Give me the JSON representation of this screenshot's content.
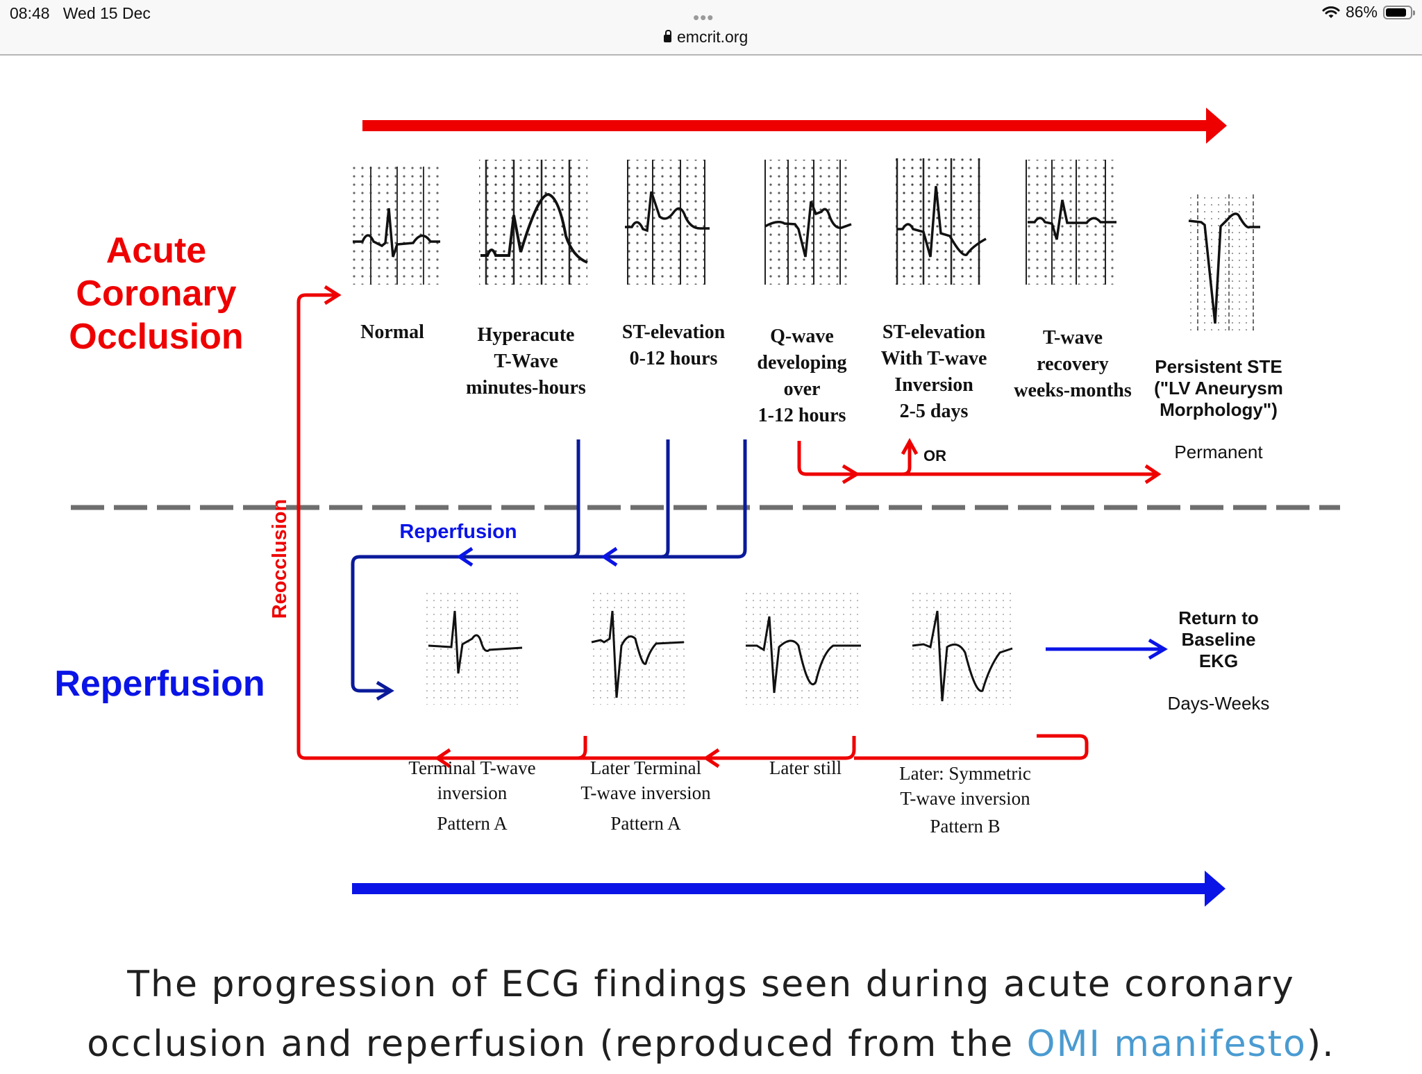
{
  "status_bar": {
    "time": "08:48",
    "date": "Wed 15 Dec",
    "url": "emcrit.org",
    "battery_percent_label": "86%",
    "battery_level": 0.86,
    "icons": [
      "lock-icon",
      "wifi-icon",
      "battery-icon",
      "more-dots-icon"
    ]
  },
  "diagram": {
    "colors": {
      "occlusion": "#ee0000",
      "reperfusion": "#0a14e6",
      "reperfusion_line": "#0a1a9a",
      "divider": "#6e6e6e"
    },
    "section_occlusion": [
      "Acute",
      "Coronary",
      "Occlusion"
    ],
    "section_reperfusion": "Reperfusion",
    "reocclusion_label": "Reocclusion",
    "reperfusion_arrow_label": "Reperfusion",
    "or_label": "OR",
    "occlusion_stages": [
      {
        "lines": [
          "Normal"
        ]
      },
      {
        "lines": [
          "Hyperacute",
          "T-Wave",
          "minutes-hours"
        ]
      },
      {
        "lines": [
          "ST-elevation",
          "0-12 hours"
        ]
      },
      {
        "lines": [
          "Q-wave",
          "developing",
          "over",
          "1-12 hours"
        ]
      },
      {
        "lines": [
          "ST-elevation",
          "With T-wave",
          "Inversion",
          "2-5 days"
        ]
      },
      {
        "lines": [
          "T-wave",
          "recovery",
          "weeks-months"
        ]
      },
      {
        "lines": [
          "Persistent STE",
          "(\"LV Aneurysm",
          "Morphology\")"
        ],
        "sub": "Permanent"
      }
    ],
    "reperfusion_stages": [
      {
        "lines": [
          "Terminal T-wave",
          "inversion"
        ],
        "pattern": "Pattern A"
      },
      {
        "lines": [
          "Later Terminal",
          "T-wave inversion"
        ],
        "pattern": "Pattern A"
      },
      {
        "lines": [
          "Later still"
        ],
        "pattern": ""
      },
      {
        "lines": [
          "Later: Symmetric",
          "T-wave inversion"
        ],
        "pattern": "Pattern B"
      }
    ],
    "return_baseline": {
      "lines": [
        "Return to",
        "Baseline",
        "EKG"
      ],
      "sub": "Days-Weeks"
    }
  },
  "caption": {
    "line1": "The progression of ECG findings seen during acute coronary",
    "line2_prefix": "occlusion and reperfusion (reproduced from the ",
    "link_text": "OMI manifesto",
    "line2_suffix": ")."
  }
}
